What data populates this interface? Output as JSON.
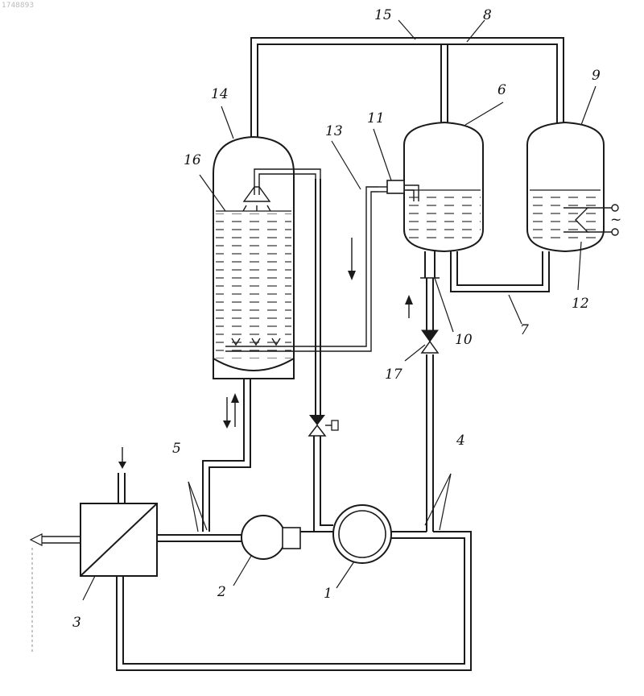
{
  "corner_code": "1748893",
  "labels": {
    "l1": "1",
    "l2": "2",
    "l3": "3",
    "l4": "4",
    "l5": "5",
    "l6": "6",
    "l7": "7",
    "l8": "8",
    "l9": "9",
    "l10": "10",
    "l11": "11",
    "l12": "12",
    "l13": "13",
    "l14": "14",
    "l15": "15",
    "l16": "16",
    "l17": "17"
  },
  "power_symbol": "~"
}
